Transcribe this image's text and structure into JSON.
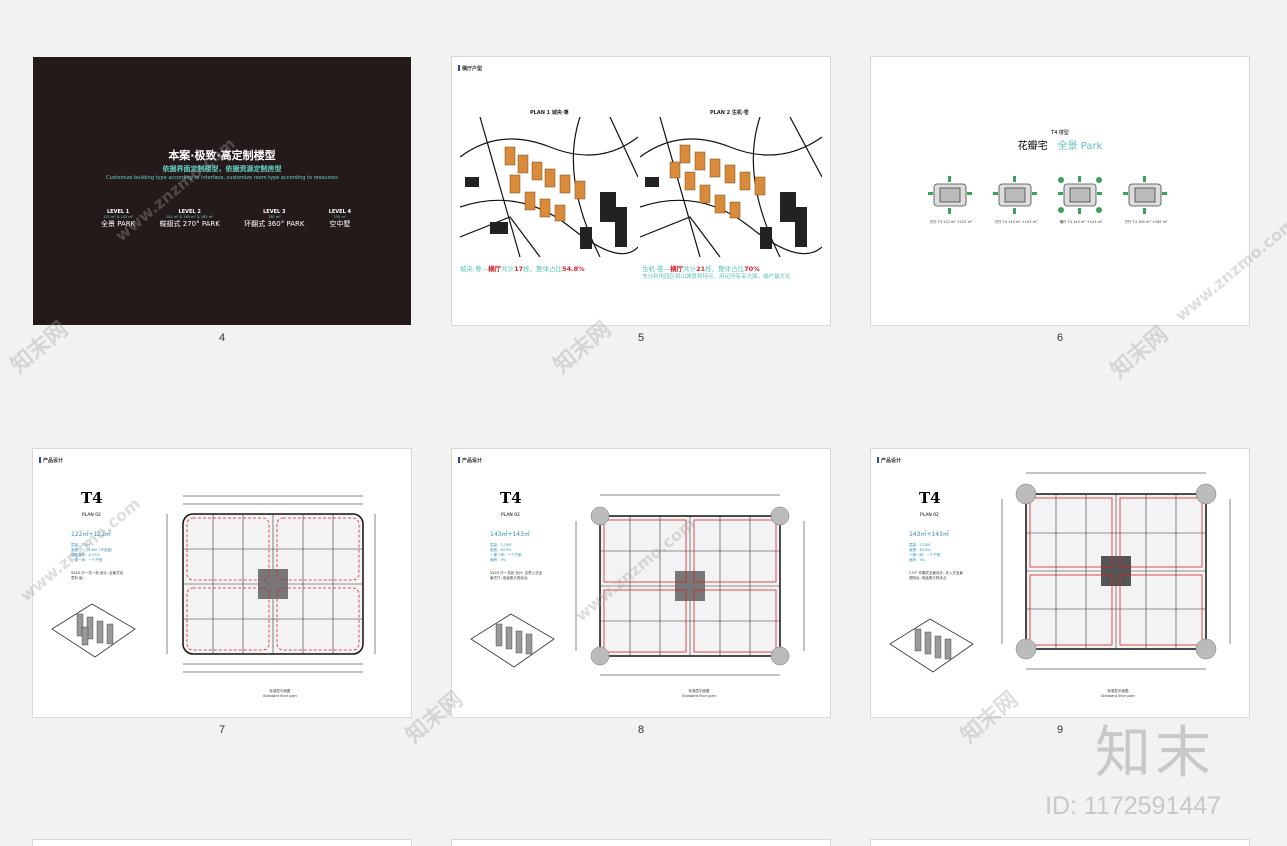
{
  "thumbnails": [
    {
      "page": "4"
    },
    {
      "page": "5"
    },
    {
      "page": "6"
    },
    {
      "page": "7"
    },
    {
      "page": "8"
    },
    {
      "page": "9"
    }
  ],
  "slide4": {
    "title": "本案·极致·高定制楼型",
    "subtitle": "依据界面定制楼型，依据资源定制房型",
    "subtitle_en": "Customize building type according to interface, customize room type according to resources",
    "levels": [
      {
        "head": "LEVEL 1",
        "area": "122 m² & 143 m²",
        "name": "全景 PARK"
      },
      {
        "head": "LEVEL 2",
        "area": "143 m² & 165 m² & 185 m²",
        "name": "蝶翅式 270° PARK"
      },
      {
        "head": "LEVEL 3",
        "area": "180 m²",
        "name": "环翻式 360° PARK"
      },
      {
        "head": "LEVEL 4",
        "area": "230 m²",
        "name": "空中墅"
      }
    ]
  },
  "slide5": {
    "tag": "横厅户型",
    "plan1": "PLAN 1 城央·尊",
    "plan2": "PLAN 2 生机·苍",
    "cap1_a": "城央·尊—",
    "cap1_b": "横厅",
    "cap1_c": "共计",
    "cap1_d": "17",
    "cap1_e": "栋，整体占比",
    "cap1_f": "54.8%",
    "cap2_a": "生机·苍—",
    "cap2_b": "横厅",
    "cap2_c": "共计",
    "cap2_d": "21",
    "cap2_e": "栋，整体占比",
    "cap2_f": "70%",
    "cap2_line2": "充分利用园区和山城景观特点，用足所有采光面，端户最大化"
  },
  "slide6": {
    "small": "T4 楼型",
    "title": "花瓣宅",
    "title2": "全景 Park",
    "captions": [
      "方厅 T4  122 m² +122 m²",
      "方厅 T4  143 m² +143 m²",
      "横厅 T4  143 m² +143 m²",
      "方厅 T4  165 m² +165 m²"
    ]
  },
  "plan_slides": [
    {
      "tag": "产品设计",
      "code": "T4",
      "plan": "PLAN 02",
      "area": "122㎡+122㎡",
      "specs": [
        "层高：3.0M",
        "面宽：一 16.6M（不含窗）",
        "建筑面积：8.57%",
        "一梯一床：一个户型"
      ],
      "desc": "5X20 厅一花一色 设计; 全景式创意利 板;",
      "cap1": "标准层平面图",
      "cap2": "Standard floor plan"
    },
    {
      "tag": "产品设计",
      "code": "T4",
      "plan": "PLAN 02",
      "area": "143㎡+143㎡",
      "specs": [
        "层高：3.15M",
        "面宽：83.9%",
        "一梯一床：一个户型",
        "面积：5%"
      ],
      "desc": "5X20 厅一花色 设计; 点赞入式全景式厅; 用途宽头的优点;",
      "cap1": "标准层平面图",
      "cap2": "Standard floor plan"
    },
    {
      "tag": "产品设计",
      "code": "T4",
      "plan": "PLAN 02",
      "area": "143㎡+143㎡",
      "specs": [
        "层高：3.15M",
        "面宽：83.9%",
        "一梯一床：一个户型",
        "面积：5%"
      ],
      "desc": "270° 环翻式全景设计; 步入式全景观阳台; 用途宽头的优点;",
      "cap1": "标准层平面图",
      "cap2": "Standard floor plan"
    }
  ],
  "watermark": {
    "brand": "知末",
    "id": "ID: 1172591447",
    "url": "www.znzmo.com",
    "cn": "知末网"
  },
  "colors": {
    "dark": "#241a1a",
    "teal": "#5fc3bb",
    "red": "#d4242a",
    "orange": "#d98a3a",
    "blue": "#2c8fb9"
  }
}
